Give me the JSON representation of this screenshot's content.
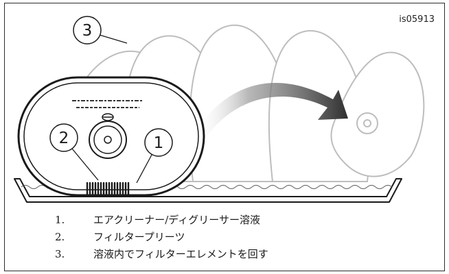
{
  "figure": {
    "id_label": "is05913",
    "callouts": [
      "1",
      "2",
      "3"
    ],
    "legend": [
      {
        "number": "1.",
        "text": "エアクリーナー/ディグリーサー溶液"
      },
      {
        "number": "2.",
        "text": "フィルタープリーツ"
      },
      {
        "number": "3.",
        "text": "溶液内でフィルターエレメントを回す"
      }
    ],
    "colors": {
      "line": "#1a1a1a",
      "ghost": "#bdbdbd",
      "arrow": "#2f2f2f",
      "background": "#ffffff"
    }
  }
}
